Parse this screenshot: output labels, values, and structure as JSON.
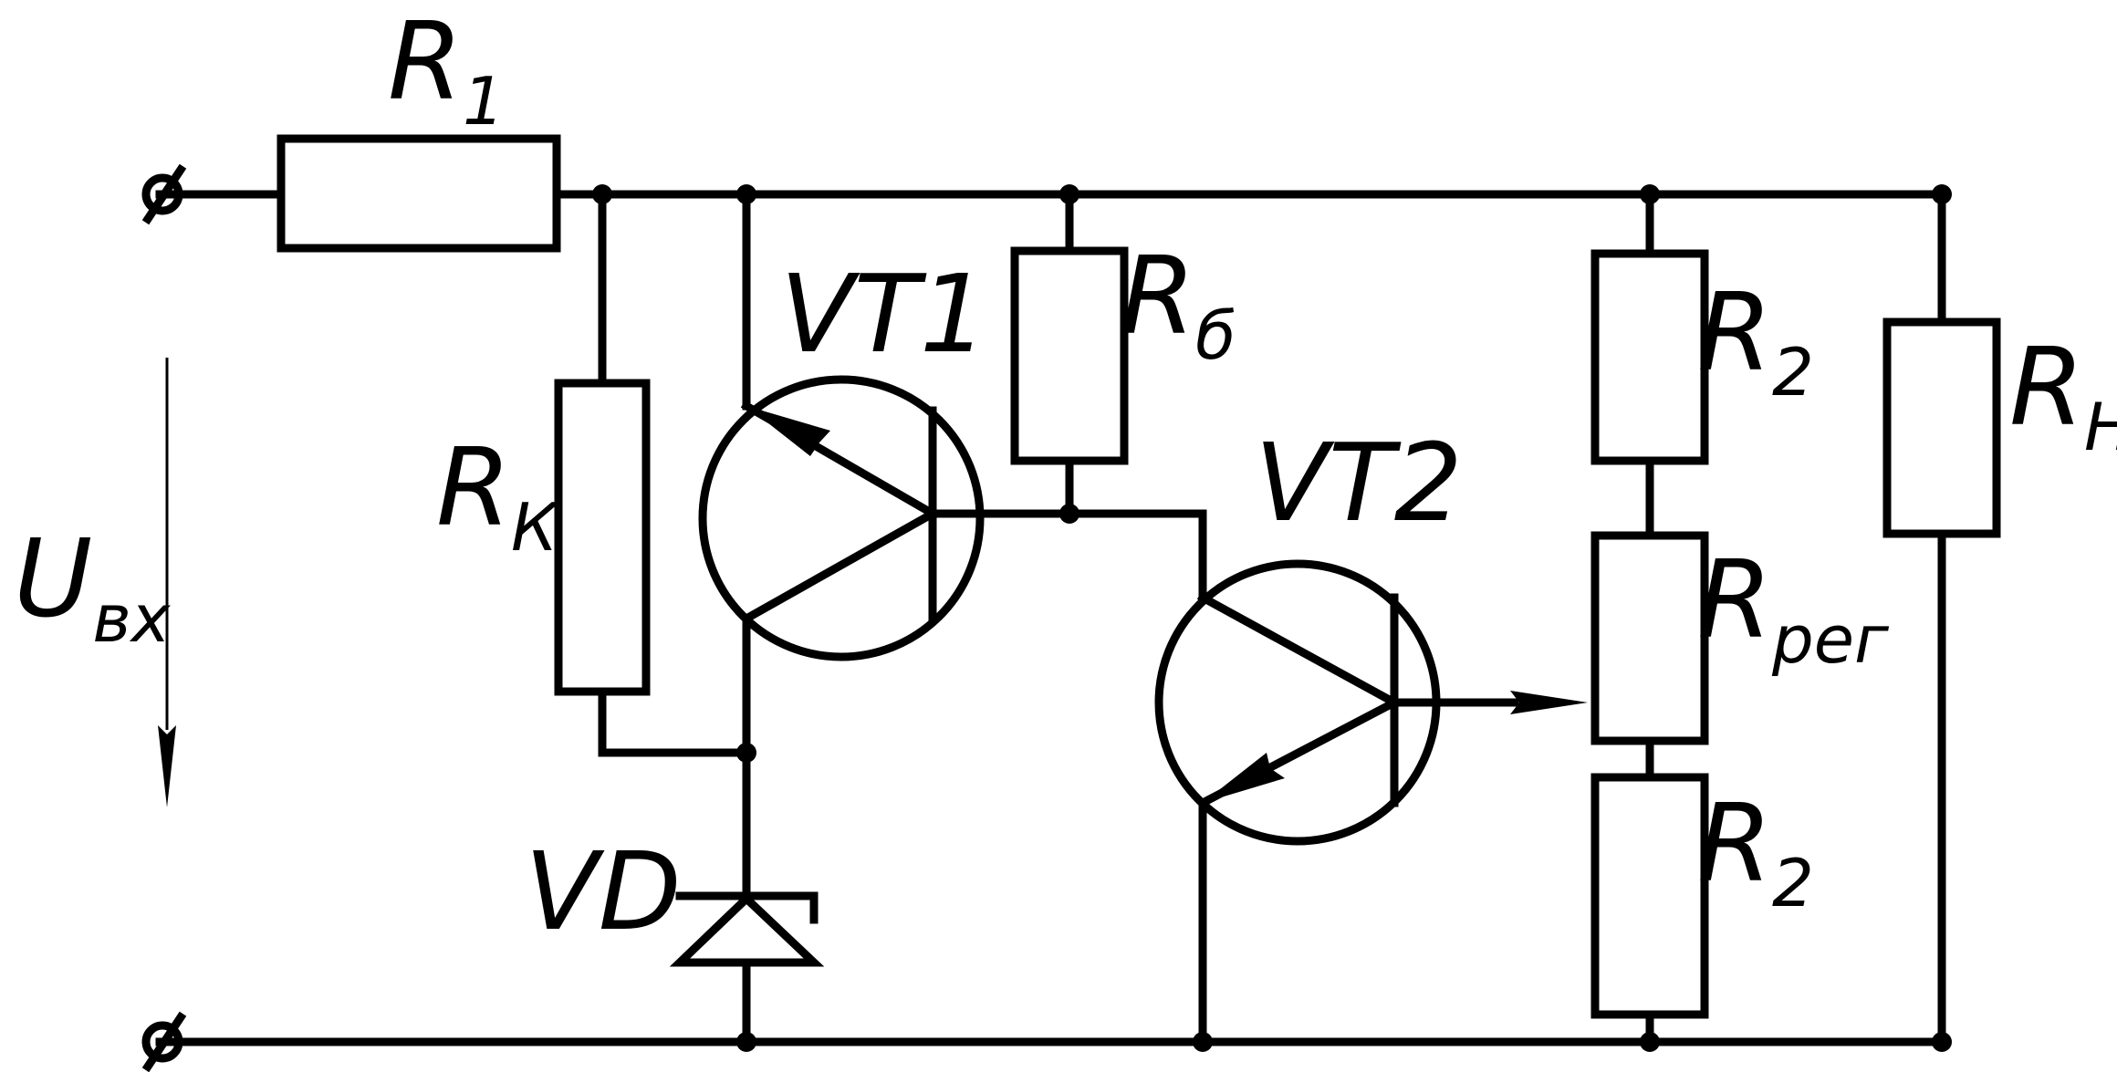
{
  "labels": {
    "R1": {
      "main": "R",
      "sub": "1"
    },
    "Rk": {
      "main": "R",
      "sub": "К"
    },
    "Rb": {
      "main": "R",
      "sub": "б"
    },
    "R2a": {
      "main": "R",
      "sub": "2"
    },
    "Rreg": {
      "main": "R",
      "sub": "рег"
    },
    "R2b": {
      "main": "R",
      "sub": "2"
    },
    "Rn": {
      "main": "R",
      "sub": "Н"
    },
    "VT1": "VT1",
    "VT2": "VT2",
    "VD": "VD",
    "Uin": {
      "main": "U",
      "sub": "вх"
    }
  }
}
